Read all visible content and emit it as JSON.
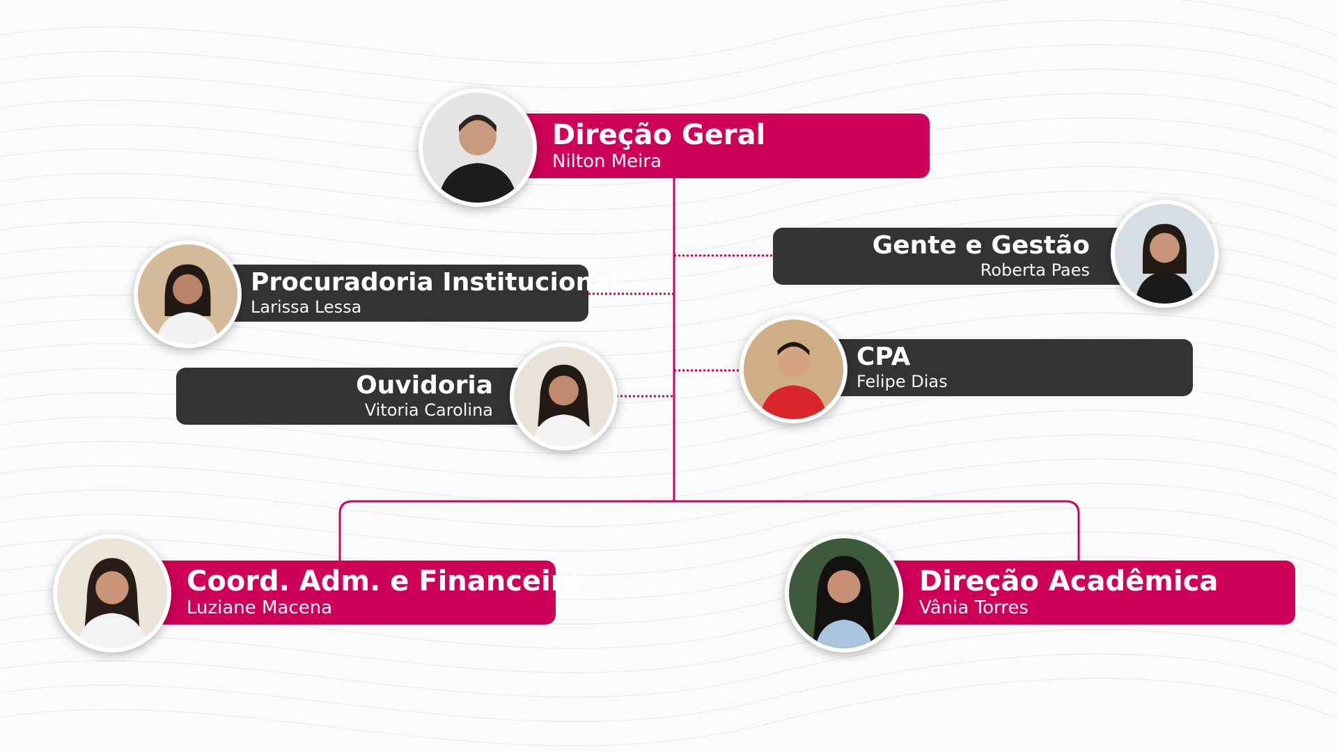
{
  "colors": {
    "pink": "#cf0058",
    "dark": "#333333",
    "line": "#cf0058"
  },
  "nodes": {
    "direcao_geral": {
      "title": "Direção Geral",
      "person": "Nilton Meira"
    },
    "gente_gestao": {
      "title": "Gente e Gestão",
      "person": "Roberta Paes"
    },
    "procuradoria": {
      "title": "Procuradoria Institucional",
      "person": "Larissa Lessa"
    },
    "ouvidoria": {
      "title": "Ouvidoria",
      "person": "Vitoria Carolina"
    },
    "cpa": {
      "title": "CPA",
      "person": "Felipe Dias"
    },
    "coord_adm": {
      "title": "Coord. Adm. e Financeiro",
      "person": "Luziane Macena"
    },
    "direcao_academica": {
      "title": "Direção Acadêmica",
      "person": "Vânia Torres"
    }
  },
  "icons": {
    "avatar": "person-photo-icon"
  }
}
